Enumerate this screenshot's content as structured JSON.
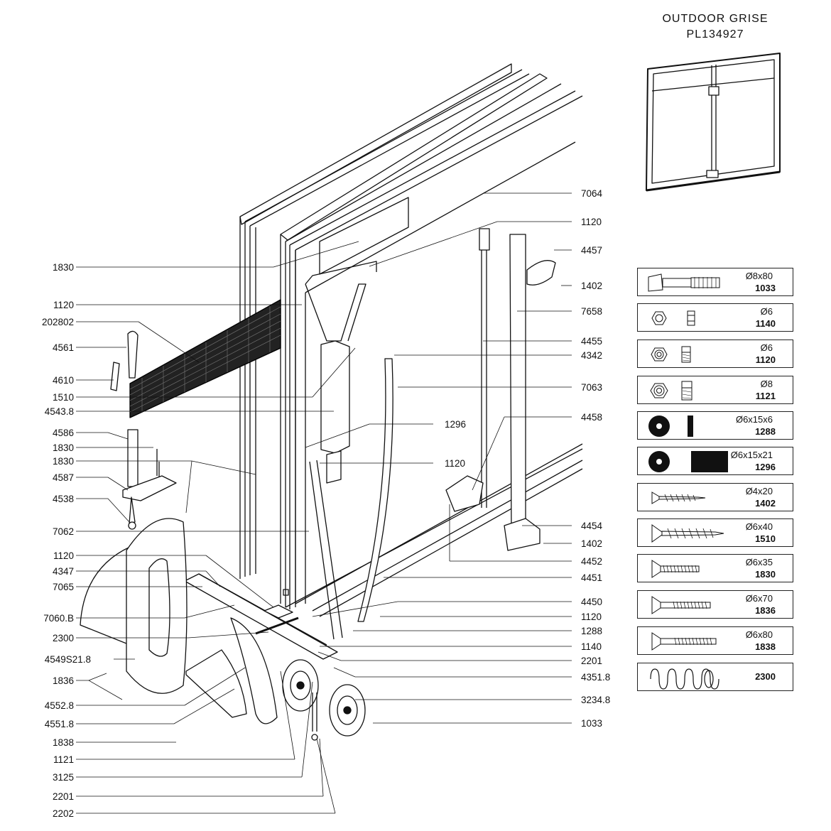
{
  "header": {
    "line1": "OUTDOOR  GRISE",
    "line2": "PL134927"
  },
  "callouts_left": [
    "1830",
    "1120",
    "202802",
    "4561",
    "4610",
    "1510",
    "4543.8",
    "4586",
    "1830",
    "1830",
    "4587",
    "4538",
    "7062",
    "1120",
    "4347",
    "7065",
    "7060.B",
    "2300",
    "4549S21.8",
    "1836",
    "4552.8",
    "4551.8",
    "1838",
    "1121",
    "3125",
    "2201",
    "2202"
  ],
  "callouts_right": [
    "7064",
    "1120",
    "4457",
    "1402",
    "7658",
    "4455",
    "4342",
    "7063",
    "4458",
    "1296",
    "1120",
    "4454",
    "1402",
    "4452",
    "4451",
    "4450",
    "1120",
    "1288",
    "1140",
    "2201",
    "4351.8",
    "3234.8",
    "1033"
  ],
  "legend": [
    {
      "dim": "Ø8x80",
      "code": "1033",
      "icon": "bolt-icon"
    },
    {
      "dim": "Ø6",
      "code": "1140",
      "icon": "hex-nut-icon"
    },
    {
      "dim": "Ø6",
      "code": "1120",
      "icon": "lock-nut-icon"
    },
    {
      "dim": "Ø8",
      "code": "1121",
      "icon": "lock-nut-icon"
    },
    {
      "dim": "Ø6x15x6",
      "code": "1288",
      "icon": "washer-icon"
    },
    {
      "dim": "Ø6x15x21",
      "code": "1296",
      "icon": "spacer-icon"
    },
    {
      "dim": "Ø4x20",
      "code": "1402",
      "icon": "wood-screw-icon"
    },
    {
      "dim": "Ø6x40",
      "code": "1510",
      "icon": "wood-screw-icon"
    },
    {
      "dim": "Ø6x35",
      "code": "1830",
      "icon": "countersunk-screw-icon"
    },
    {
      "dim": "Ø6x70",
      "code": "1836",
      "icon": "countersunk-screw-icon"
    },
    {
      "dim": "Ø6x80",
      "code": "1838",
      "icon": "countersunk-screw-icon"
    },
    {
      "dim": "",
      "code": "2300",
      "icon": "spring-icon"
    }
  ],
  "colors": {
    "ink": "#111111",
    "mesh": "#1a1a1a",
    "fill": "#ffffff"
  }
}
